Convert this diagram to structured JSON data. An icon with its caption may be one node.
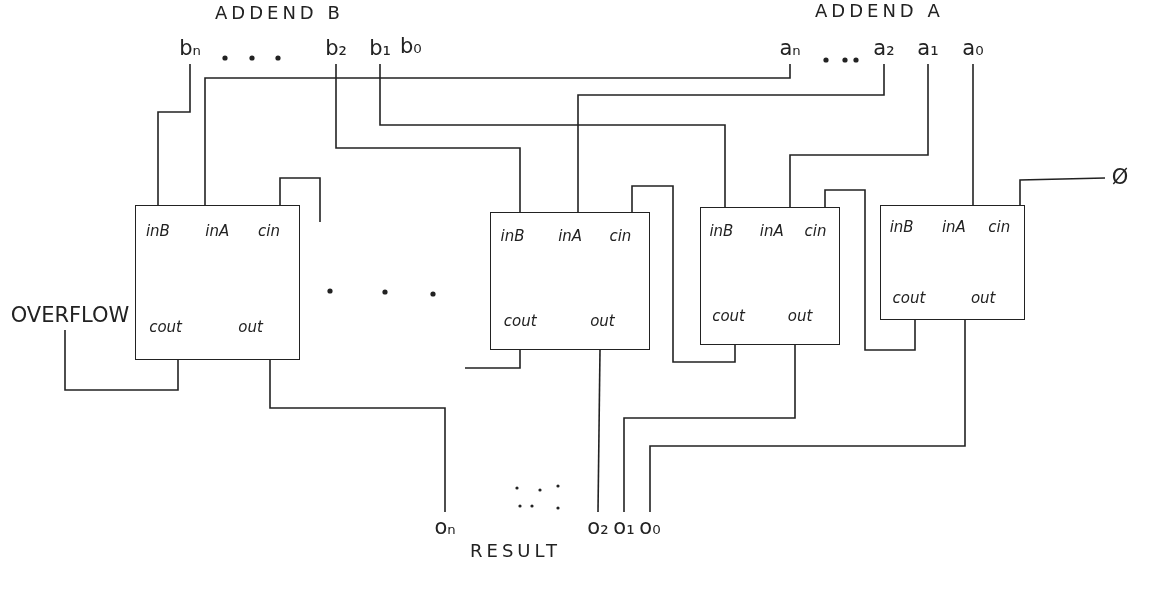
{
  "diagram": {
    "nodes": [
      {
        "text": [
          "bₙ"
        ]
      },
      {
        "text": [
          "b₂"
        ]
      },
      {
        "text": [
          "b₁"
        ]
      },
      {
        "text": [
          "aₙ"
        ]
      },
      {
        "text": [
          "a₂"
        ]
      },
      {
        "text": [
          "a₁"
        ]
      },
      {
        "text": [
          "a₀"
        ]
      },
      {
        "text": [
          "Ø"
        ]
      },
      {
        "text": [
          "inB",
          "inA",
          "cin",
          "cout",
          "out"
        ]
      },
      {
        "text": [
          "inB",
          "inA",
          "cin",
          "cout",
          "out"
        ]
      },
      {
        "text": [
          "inB",
          "inA",
          "cin",
          "cout",
          "out"
        ]
      },
      {
        "text": [
          "inB",
          "inA",
          "cin",
          "cout",
          "out"
        ]
      },
      {
        "text": [
          "OVERFLOW"
        ]
      },
      {
        "text": [
          "oₙ"
        ]
      },
      {
        "text": [
          "o₂"
        ]
      },
      {
        "text": [
          "o₁"
        ]
      },
      {
        "text": [
          "o₀"
        ]
      }
    ],
    "edges": [
      {
        "from": 0,
        "to": 8,
        "arrow": "none"
      },
      {
        "from": 3,
        "to": 8,
        "arrow": "none"
      },
      {
        "from": 1,
        "to": 9,
        "arrow": "none"
      },
      {
        "from": 4,
        "to": 9,
        "arrow": "none"
      },
      {
        "from": 2,
        "to": 10,
        "arrow": "none"
      },
      {
        "from": 5,
        "to": 10,
        "arrow": "none"
      },
      {
        "from": 6,
        "to": 11,
        "arrow": "none"
      },
      {
        "from": 7,
        "to": 11,
        "arrow": "none"
      },
      {
        "from": 11,
        "to": 10,
        "arrow": "none"
      },
      {
        "from": 10,
        "to": 9,
        "arrow": "none"
      },
      {
        "from": 9,
        "to": null,
        "arrow": "none"
      },
      {
        "from": null,
        "to": 8,
        "arrow": "none"
      },
      {
        "from": 8,
        "to": 12,
        "arrow": "none"
      },
      {
        "from": 8,
        "to": 13,
        "arrow": "none"
      },
      {
        "from": 9,
        "to": 14,
        "arrow": "none"
      },
      {
        "from": 10,
        "to": 15,
        "arrow": "none"
      },
      {
        "from": 11,
        "to": 16,
        "arrow": "none"
      }
    ],
    "labels": [
      "ADDEND B",
      "ADDEND A",
      "b₀",
      "RESULT"
    ]
  }
}
